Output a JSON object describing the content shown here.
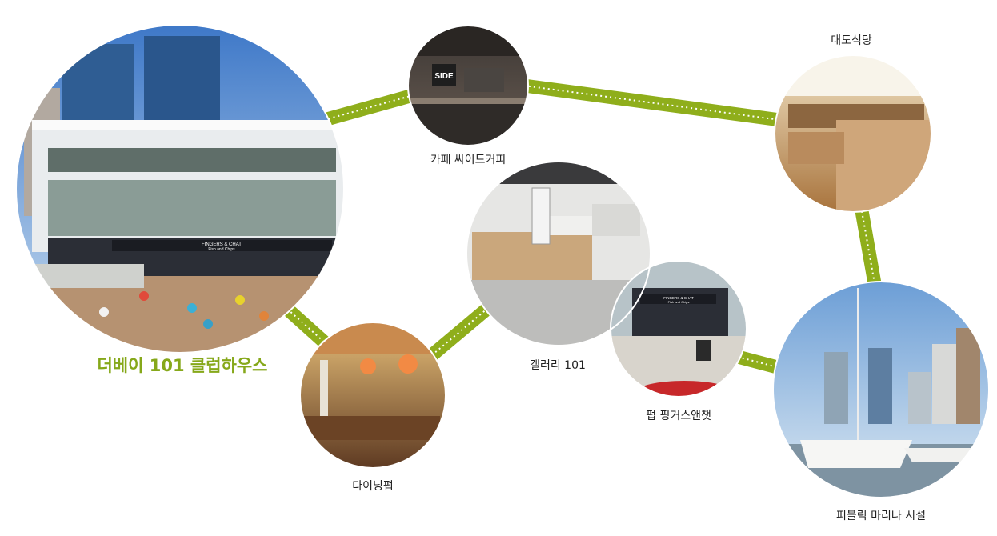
{
  "theme": {
    "connector_color": "#8fae1b",
    "dot_color": "#ffffff",
    "main_label_color": "#86a81a"
  },
  "places": {
    "clubhouse": {
      "label": "더베이 101 클럽하우스",
      "sign_line1": "FINGERS & CHAT",
      "sign_line2": "Fish and Chips"
    },
    "cafe": {
      "label": "카페 싸이드커피",
      "sign": "SIDE"
    },
    "daedo": {
      "label": "대도식당"
    },
    "gallery": {
      "label": "갤러리 101"
    },
    "pub": {
      "label": "펍 핑거스앤챗",
      "sign_line1": "FINGERS & CHAT",
      "sign_line2": "Fish and Chips"
    },
    "dining": {
      "label": "다이닝펍"
    },
    "marina": {
      "label": "퍼블릭 마리나 시설"
    }
  }
}
